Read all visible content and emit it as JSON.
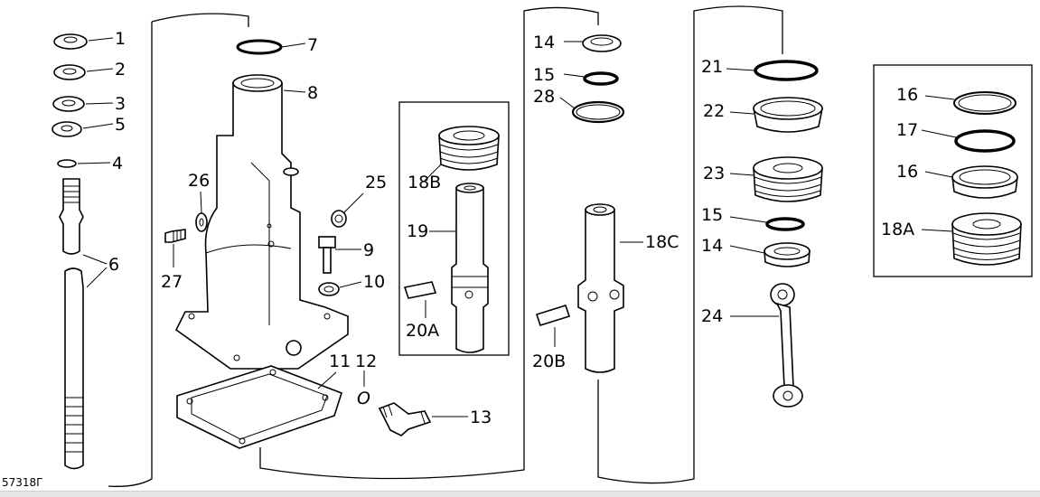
{
  "figure": {
    "code": "57318Γ",
    "labels": {
      "n1": "1",
      "n2": "2",
      "n3": "3",
      "n4": "4",
      "n5": "5",
      "n6": "6",
      "n7": "7",
      "n8": "8",
      "n9": "9",
      "n10": "10",
      "n11": "11",
      "n12": "12",
      "n13": "13",
      "n14a": "14",
      "n14b": "14",
      "n15a": "15",
      "n15b": "15",
      "n16a": "16",
      "n16b": "16",
      "n17": "17",
      "n18a": "18A",
      "n18b": "18B",
      "n18c": "18C",
      "n19": "19",
      "n20a": "20A",
      "n20b": "20B",
      "n21": "21",
      "n22": "22",
      "n23": "23",
      "n24": "24",
      "n25": "25",
      "n26": "26",
      "n27": "27",
      "n28": "28",
      "n12o": "O"
    }
  }
}
